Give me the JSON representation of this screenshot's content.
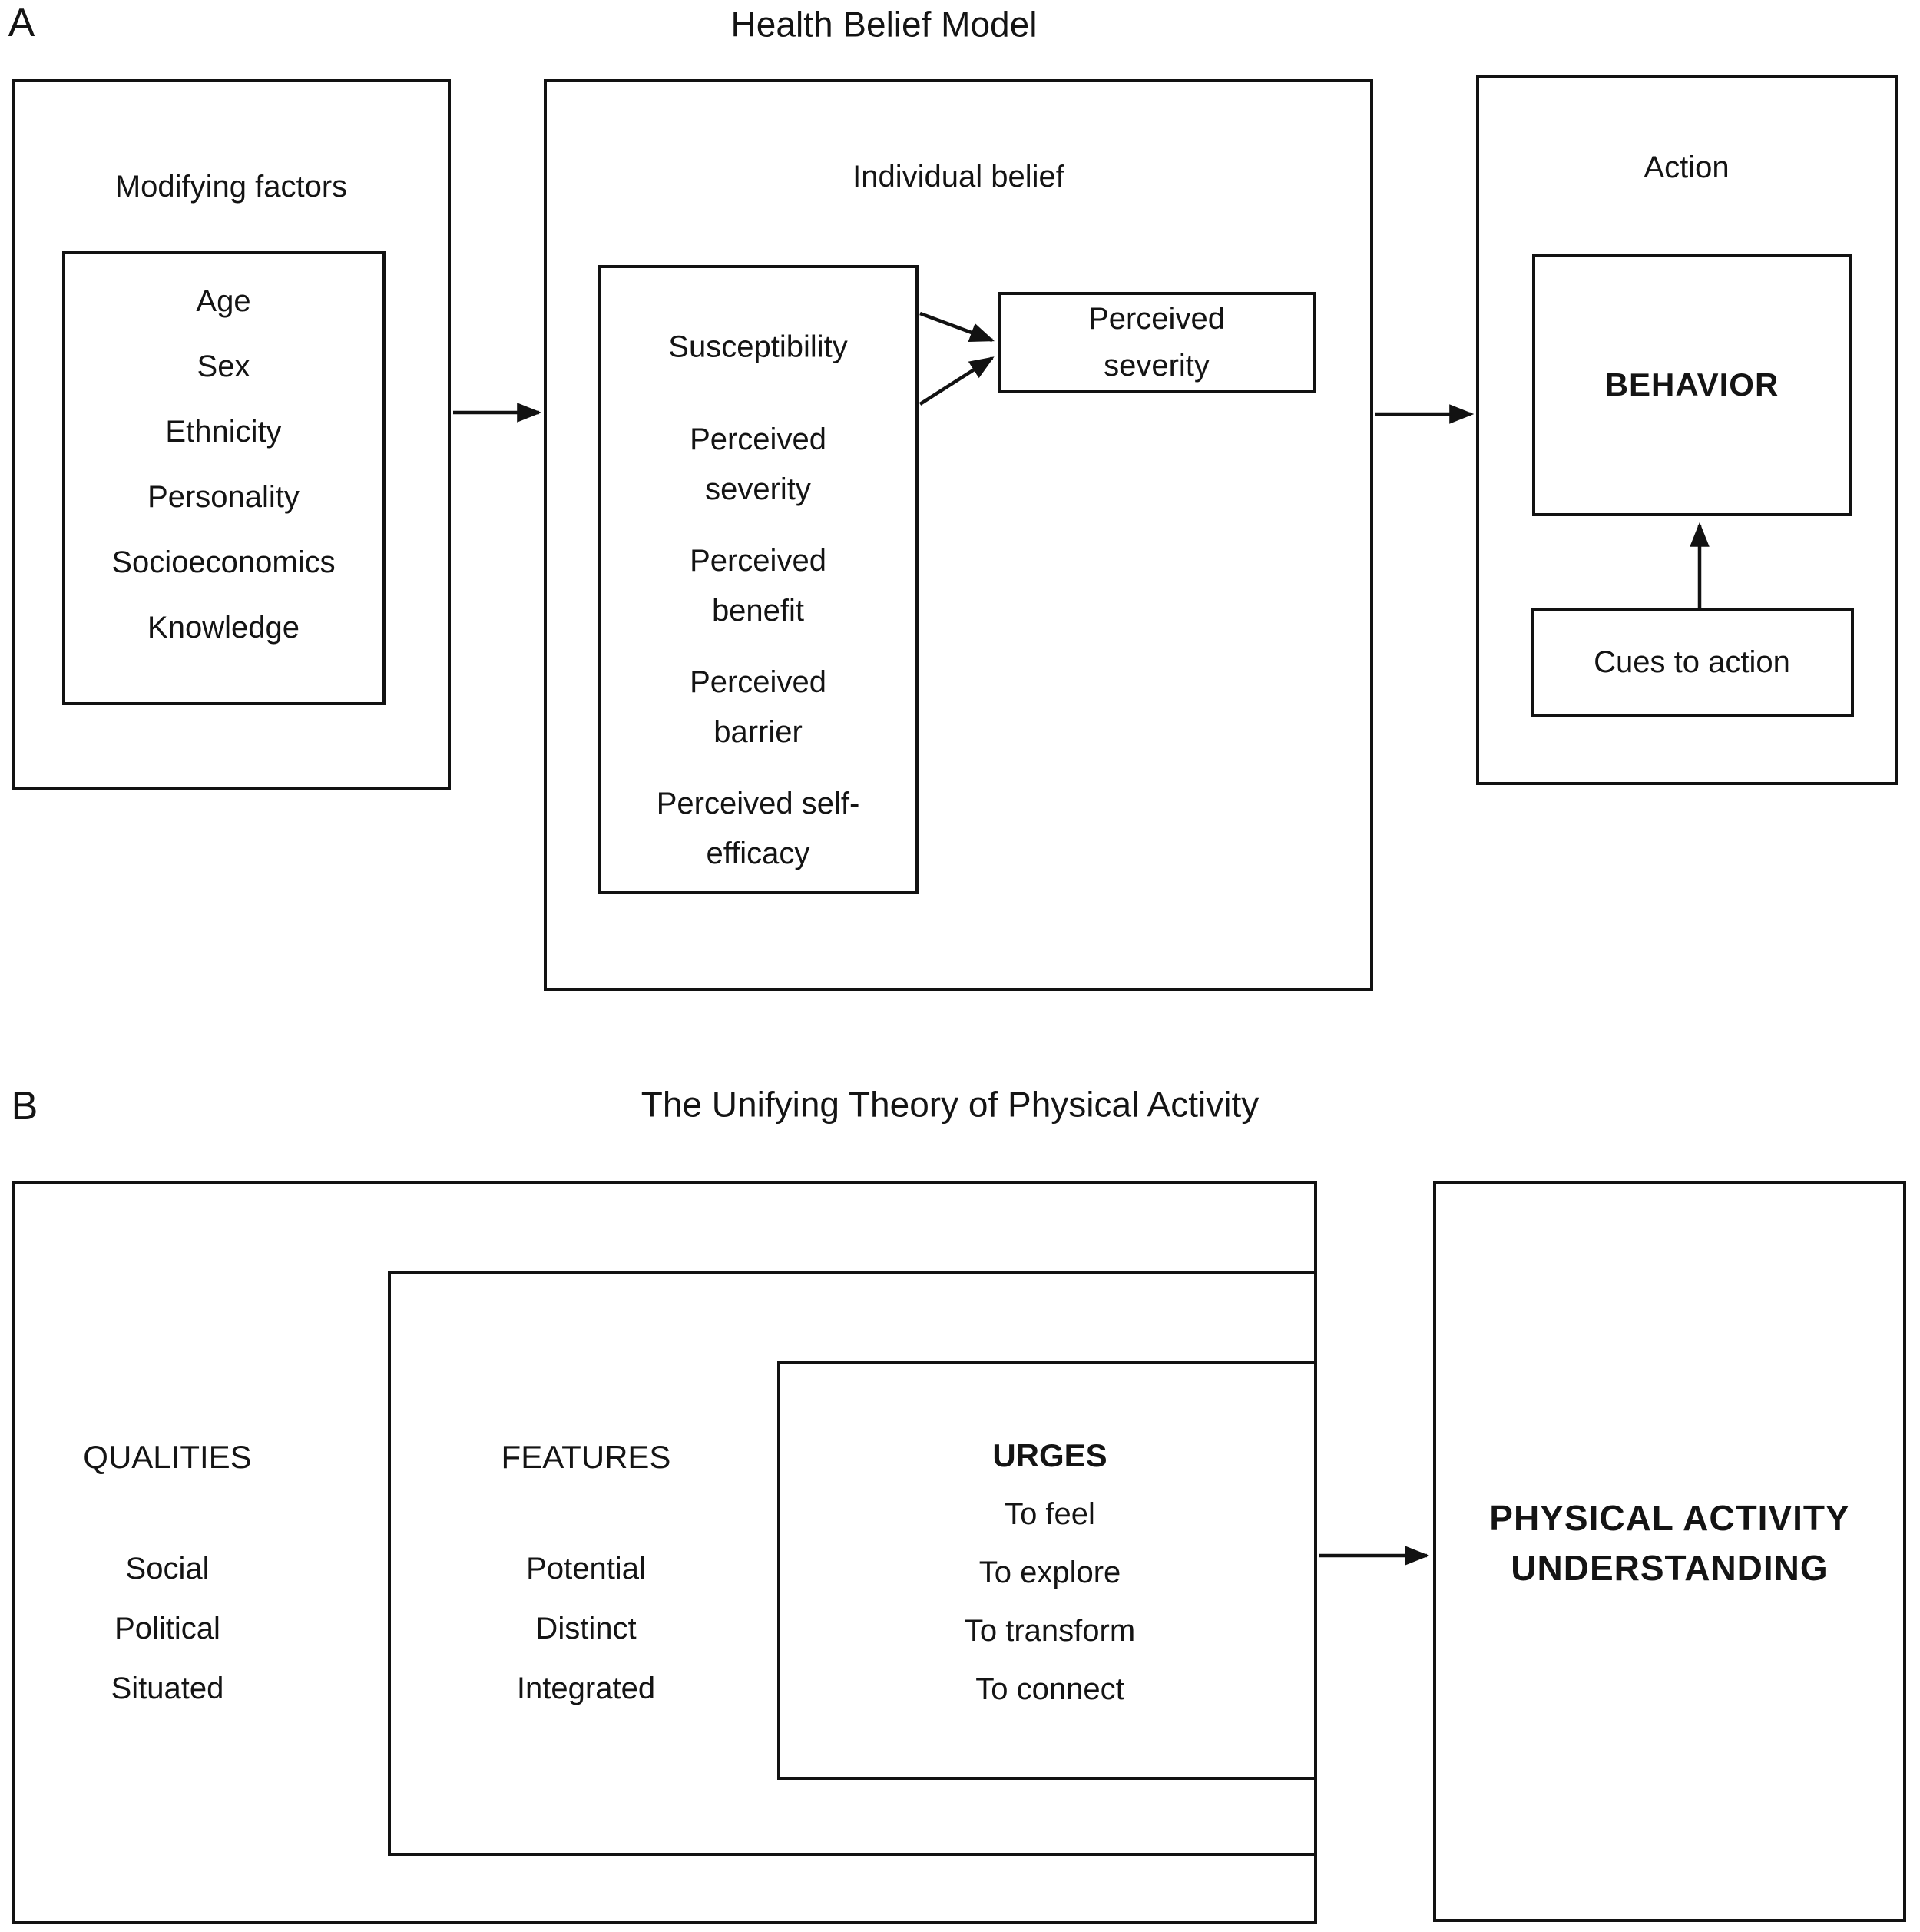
{
  "colors": {
    "ink": "#141414",
    "background": "#ffffff"
  },
  "panel_a": {
    "label": "A",
    "title": "Health Belief Model",
    "modifying_factors": {
      "title": "Modifying factors",
      "items": [
        "Age",
        "Sex",
        "Ethnicity",
        "Personality",
        "Socioeconomics",
        "Knowledge"
      ]
    },
    "individual_belief": {
      "title": "Individual belief",
      "items": [
        "Susceptibility",
        "Perceived severity",
        "Perceived benefit",
        "Perceived barrier",
        "Perceived self-efficacy"
      ]
    },
    "perceived_severity_box": "Perceived severity",
    "action": {
      "title": "Action",
      "behavior": "BEHAVIOR",
      "cues": "Cues to action"
    },
    "arrows": [
      {
        "from": "modifying-factors",
        "to": "individual-belief"
      },
      {
        "from": "susceptibility",
        "to": "perceived-severity-box"
      },
      {
        "from": "perceived-severity-item",
        "to": "perceived-severity-box"
      },
      {
        "from": "individual-belief",
        "to": "action"
      },
      {
        "from": "cues-to-action",
        "to": "behavior"
      }
    ]
  },
  "panel_b": {
    "label": "B",
    "title": "The Unifying Theory of Physical Activity",
    "qualities": {
      "title": "QUALITIES",
      "items": [
        "Social",
        "Political",
        "Situated"
      ]
    },
    "features": {
      "title": "FEATURES",
      "items": [
        "Potential",
        "Distinct",
        "Integrated"
      ]
    },
    "urges": {
      "title": "URGES",
      "items": [
        "To feel",
        "To explore",
        "To transform",
        "To connect"
      ]
    },
    "outcome": {
      "line1": "PHYSICAL ACTIVITY",
      "line2": "UNDERSTANDING"
    },
    "arrows": [
      {
        "from": "nested-qualities-features-urges",
        "to": "physical-activity-understanding"
      }
    ]
  }
}
